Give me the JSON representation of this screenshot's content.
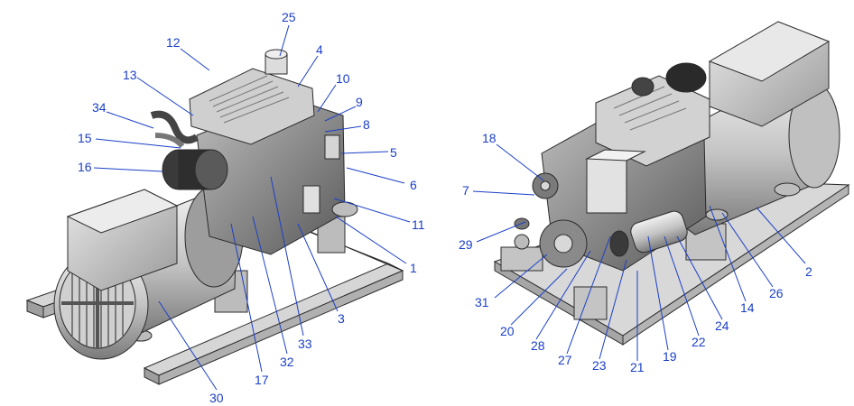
{
  "left_view": {
    "callouts": [
      {
        "id": "left-1",
        "label": "1"
      },
      {
        "id": "left-3",
        "label": "3"
      },
      {
        "id": "left-4",
        "label": "4"
      },
      {
        "id": "left-5",
        "label": "5"
      },
      {
        "id": "left-6",
        "label": "6"
      },
      {
        "id": "left-8",
        "label": "8"
      },
      {
        "id": "left-9",
        "label": "9"
      },
      {
        "id": "left-10",
        "label": "10"
      },
      {
        "id": "left-11",
        "label": "11"
      },
      {
        "id": "left-12",
        "label": "12"
      },
      {
        "id": "left-13",
        "label": "13"
      },
      {
        "id": "left-15",
        "label": "15"
      },
      {
        "id": "left-16",
        "label": "16"
      },
      {
        "id": "left-17",
        "label": "17"
      },
      {
        "id": "left-25",
        "label": "25"
      },
      {
        "id": "left-30",
        "label": "30"
      },
      {
        "id": "left-32",
        "label": "32"
      },
      {
        "id": "left-33",
        "label": "33"
      },
      {
        "id": "left-34",
        "label": "34"
      }
    ]
  },
  "right_view": {
    "callouts": [
      {
        "id": "right-2",
        "label": "2"
      },
      {
        "id": "right-7",
        "label": "7"
      },
      {
        "id": "right-14",
        "label": "14"
      },
      {
        "id": "right-18",
        "label": "18"
      },
      {
        "id": "right-19",
        "label": "19"
      },
      {
        "id": "right-20",
        "label": "20"
      },
      {
        "id": "right-21",
        "label": "21"
      },
      {
        "id": "right-22",
        "label": "22"
      },
      {
        "id": "right-23",
        "label": "23"
      },
      {
        "id": "right-24",
        "label": "24"
      },
      {
        "id": "right-26",
        "label": "26"
      },
      {
        "id": "right-27",
        "label": "27"
      },
      {
        "id": "right-28",
        "label": "28"
      },
      {
        "id": "right-29",
        "label": "29"
      },
      {
        "id": "right-31",
        "label": "31"
      }
    ]
  },
  "colors": {
    "callout": "#1a3fc8",
    "metal_light": "#d8d8d8",
    "metal_mid": "#a9a9a9",
    "metal_dark": "#4a4a4a",
    "outline": "#2b2b2b"
  }
}
